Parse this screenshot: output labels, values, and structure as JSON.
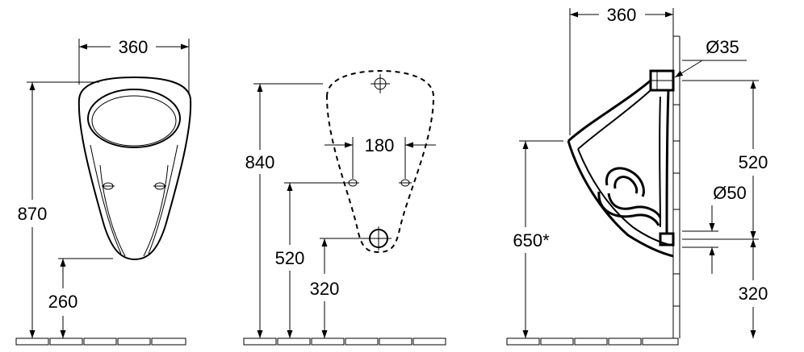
{
  "front_view": {
    "width": "360",
    "height": "870",
    "outlet_height": "260"
  },
  "mounting_view": {
    "top_hole_height": "840",
    "hole_spacing": "180",
    "side_holes_height": "520",
    "outlet_height": "320"
  },
  "side_view": {
    "depth": "360",
    "inlet_diameter": "Ø35",
    "inlet_to_outlet": "520",
    "outlet_diameter": "Ø50",
    "rim_height": "650*",
    "outlet_height": "320"
  }
}
